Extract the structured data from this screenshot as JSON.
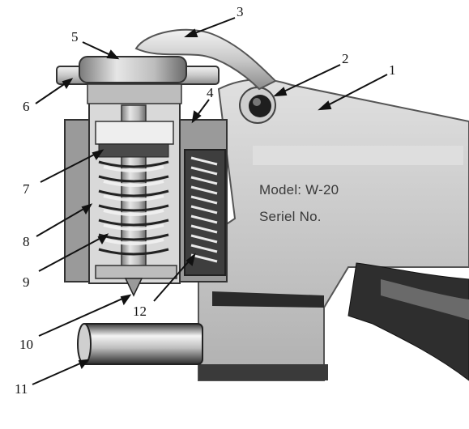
{
  "nameplate": {
    "model": "Model: W-20",
    "serial": "Seriel No."
  },
  "callouts": {
    "c1": "1",
    "c2": "2",
    "c3": "3",
    "c4": "4",
    "c5": "5",
    "c6": "6",
    "c7": "7",
    "c8": "8",
    "c9": "9",
    "c10": "10",
    "c11": "11",
    "c12": "12"
  }
}
